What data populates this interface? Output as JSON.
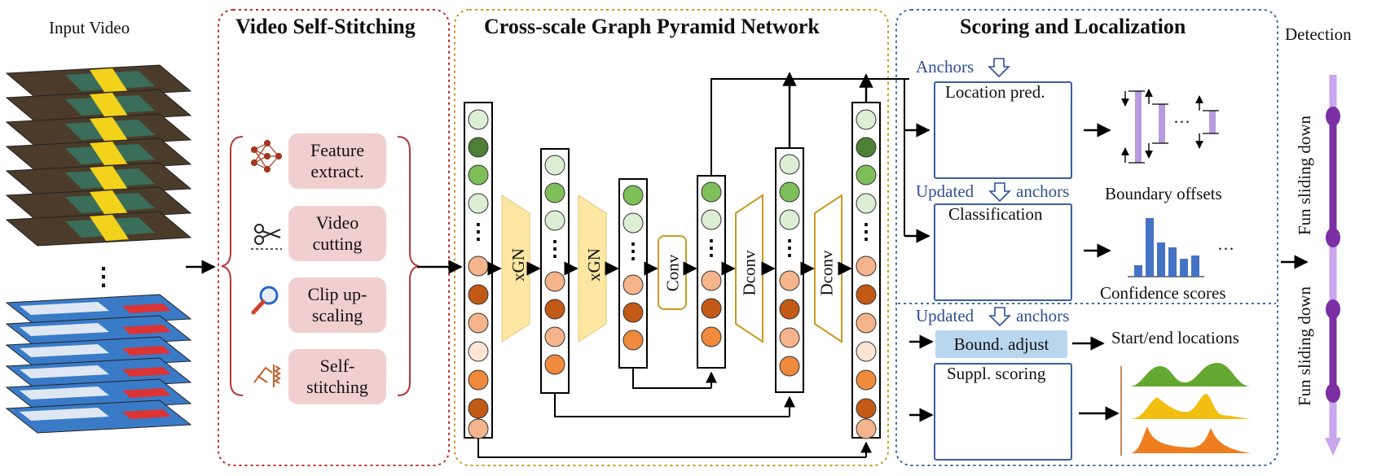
{
  "input": {
    "label": "Input Video"
  },
  "detection": {
    "label": "Detection"
  },
  "sections": {
    "stitching": {
      "title": "Video Self-Stitching",
      "color": "#c22c2c"
    },
    "pyramid": {
      "title": "Cross-scale Graph Pyramid Network",
      "color": "#c99a22"
    },
    "scoring": {
      "title": "Scoring and Localization",
      "color": "#3d6aa8"
    }
  },
  "stitching_steps": [
    {
      "line1": "Feature",
      "line2": "extract.",
      "icon": "neural-network-icon"
    },
    {
      "line1": "Video",
      "line2": "cutting",
      "icon": "scissors-icon"
    },
    {
      "line1": "Clip up-",
      "line2": "scaling",
      "icon": "magnifier-icon"
    },
    {
      "line1": "Self-",
      "line2": "stitching",
      "icon": "stapler-icon"
    }
  ],
  "pyramid_ops": {
    "xgn1": "xGN",
    "xgn2": "xGN",
    "conv": "Conv",
    "dconv1": "Dconv",
    "dconv2": "Dconv"
  },
  "ellipsis": "⋮",
  "scoring": {
    "anchors": "Anchors",
    "updated_anchors_1": {
      "part1": "Updated",
      "part2": "anchors"
    },
    "updated_anchors_2": {
      "part1": "Updated",
      "part2": "anchors"
    },
    "location_pred": "Location pred.",
    "classification": "Classification",
    "bound_adjust": "Bound. adjust",
    "suppl_scoring": "Suppl. scoring",
    "boundary_offsets": "Boundary offsets",
    "confidence_scores": "Confidence scores",
    "start_end": "Start/end locations",
    "dots": "···"
  },
  "timeline": {
    "upper": "Fun sliding down",
    "lower": "Fun sliding down"
  },
  "colors": {
    "light_green": "#dcefd4",
    "dark_green": "#4d7f34",
    "mid_green": "#7fbf5a",
    "peach": "#f5b48b",
    "dark_orange": "#c25a16",
    "light_peach": "#fde4d3",
    "orange": "#f08a3c",
    "xgn_fill": "#fde7a3",
    "bar_blue": "#4472c4",
    "offset_purple": "#b79ae0",
    "timeline_purple": "#7b2fa3",
    "timeline_light": "#c9a6ee"
  }
}
